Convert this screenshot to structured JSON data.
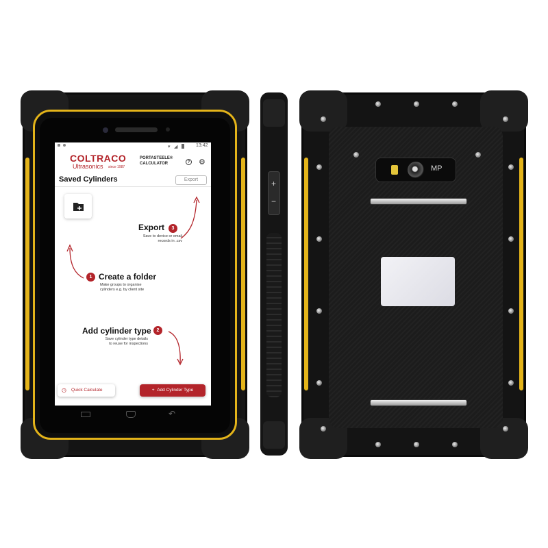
{
  "screen": {
    "status_time": "13:42",
    "brand": "COLTRACO",
    "brand_sub": "Ultrasonics",
    "brand_since": "since 1987",
    "product_line1": "PORTASTEELE®",
    "product_line2": "CALCULATOR",
    "page_title": "Saved Cylinders",
    "export_button": "Export",
    "step1": {
      "number": "1",
      "title": "Create a folder",
      "desc1": "Make groups to organise",
      "desc2": "cylinders e.g. by client site"
    },
    "step2": {
      "number": "2",
      "title": "Add cylinder type",
      "desc1": "Save cylinder type details",
      "desc2": "to reuse for inspections"
    },
    "step3": {
      "number": "3",
      "title": "Export",
      "desc1": "Save to device or email",
      "desc2": "records in .csv"
    },
    "quick_calculate": "Quick Calculate",
    "add_cylinder_type": "Add Cylinder Type",
    "add_prefix": "+"
  },
  "back": {
    "camera_label": "MP"
  },
  "colors": {
    "brand_red": "#b3242a",
    "accent_yellow": "#e4b41a",
    "body_black": "#141414"
  }
}
